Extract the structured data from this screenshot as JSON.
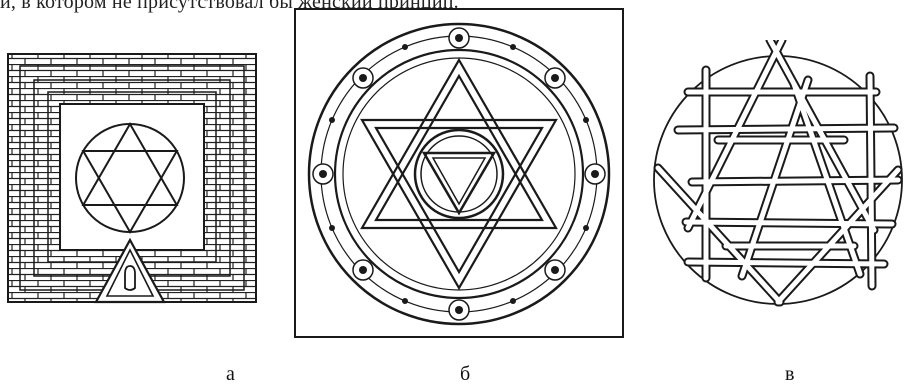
{
  "caption": "й, в котором не присутствовал бы женский принцип.",
  "labels": {
    "a": "а",
    "b": "б",
    "c": "в"
  },
  "colors": {
    "ink": "#1a1a1a",
    "paper": "#ffffff"
  },
  "figures": [
    {
      "id": "a",
      "description_icon": "brick-square-hexagram-icon"
    },
    {
      "id": "b",
      "description_icon": "ring-hexagram-icon"
    },
    {
      "id": "c",
      "description_icon": "stick-hexagram-icon"
    }
  ]
}
